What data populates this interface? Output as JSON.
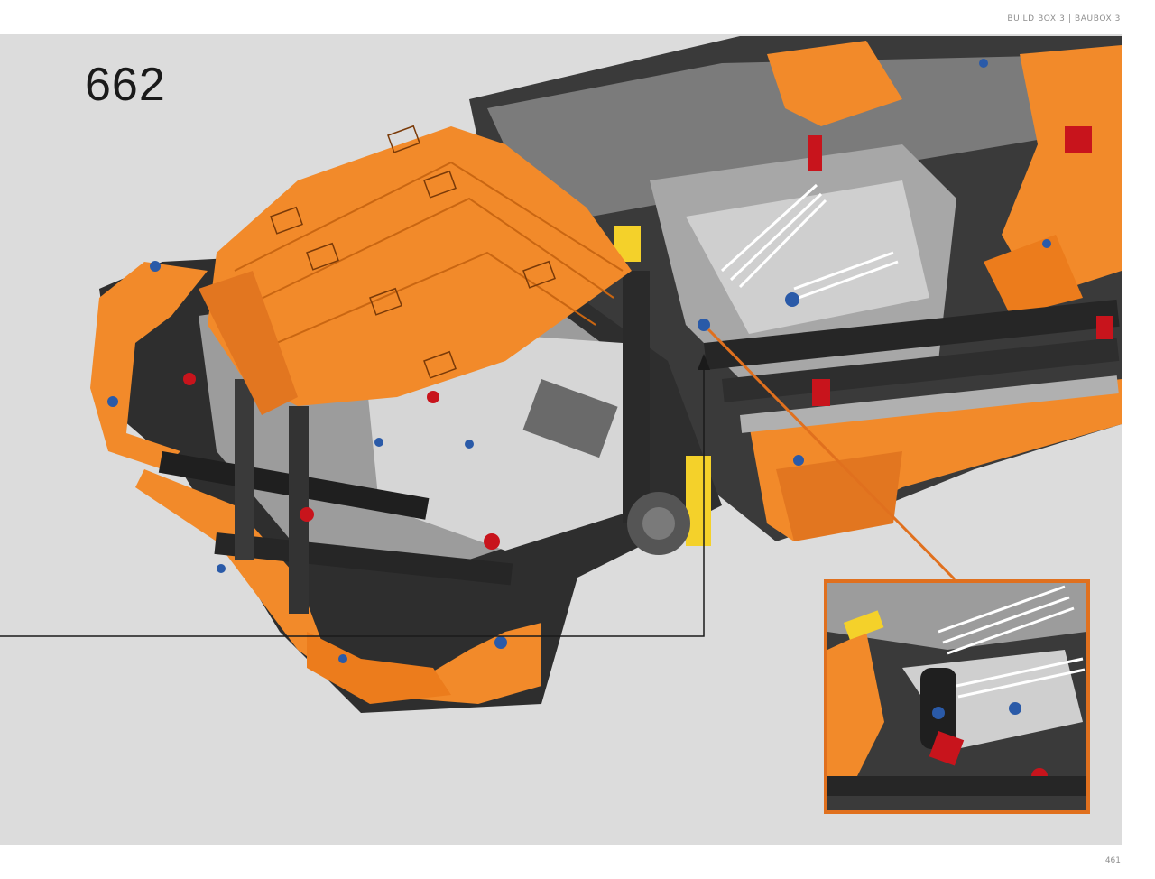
{
  "header": {
    "label": "BUILD BOX 3 | BAUBOX 3"
  },
  "step": {
    "number": "662"
  },
  "footer": {
    "page_number": "461"
  },
  "colors": {
    "panel": "#dcdcdc",
    "model_orange": "#f28a2a",
    "frame_dark": "#2c2c2c",
    "frame_grey": "#9a9a9a",
    "pin_blue": "#2a5aa8",
    "pin_red": "#c8141c",
    "accent_yellow": "#f4d12a",
    "callout_border": "#e0701e"
  },
  "icons": [
    "arrow-up-icon"
  ]
}
